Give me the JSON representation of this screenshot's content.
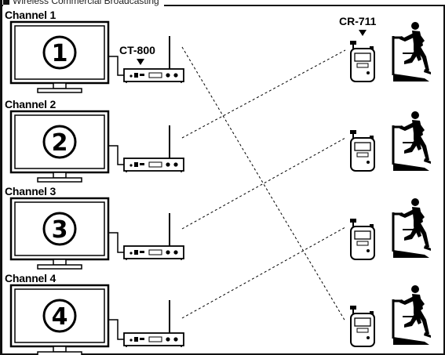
{
  "header": {
    "title": "Wireless Commercial Broadcasting"
  },
  "channels": [
    {
      "label": "Channel 1",
      "number": "1"
    },
    {
      "label": "Channel 2",
      "number": "2"
    },
    {
      "label": "Channel 3",
      "number": "3"
    },
    {
      "label": "Channel 4",
      "number": "4"
    }
  ],
  "devices": {
    "transmitter": "CT-800",
    "receiver": "CR-711"
  }
}
